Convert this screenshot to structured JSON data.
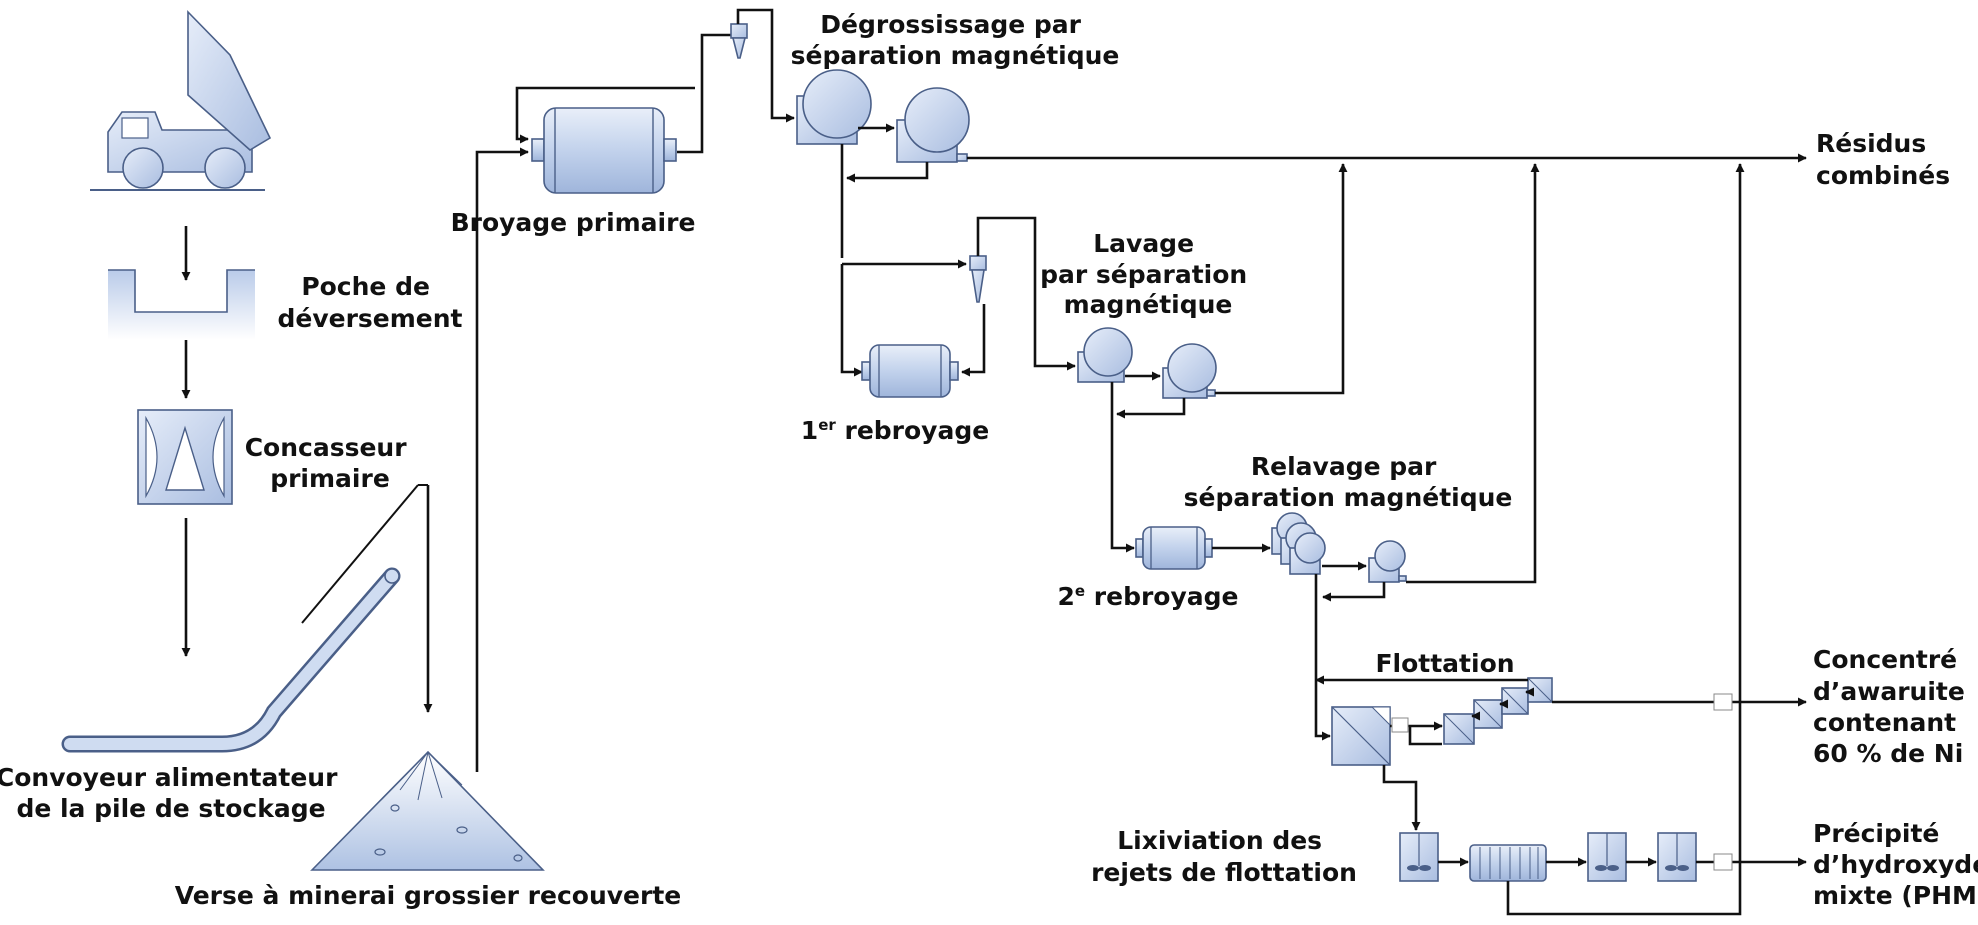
{
  "labels": {
    "poche_line1": "Poche de",
    "poche_line2": "déversement",
    "concasseur_line1": "Concasseur",
    "concasseur_line2": "primaire",
    "convoyeur_line1": "Convoyeur alimentateur",
    "convoyeur_line2": "de la pile de stockage",
    "verse": "Verse à minerai grossier recouverte",
    "broyage": "Broyage primaire",
    "degrossissage_line1": "Dégrossissage par",
    "degrossissage_line2": "séparation magnétique",
    "residus_line1": "Résidus",
    "residus_line2": "combinés",
    "lavage_line1": "Lavage",
    "lavage_line2": "par séparation",
    "lavage_line3": "magnétique",
    "rebroyage1_num": "1",
    "rebroyage1_sup": "er",
    "rebroyage1_word": " rebroyage",
    "relavage_line1": "Relavage par",
    "relavage_line2": "séparation magnétique",
    "rebroyage2_num": "2",
    "rebroyage2_sup": "e",
    "rebroyage2_word": " rebroyage",
    "flottation": "Flottation",
    "concentre_line1": "Concentré",
    "concentre_line2": "d’awaruite",
    "concentre_line3": "contenant",
    "concentre_line4": "60 % de Ni",
    "lixiviation_line1": "Lixiviation des",
    "lixiviation_line2": "rejets de flottation",
    "precipite_line1": "Précipité",
    "precipite_line2": "d’hydroxyde",
    "precipite_line3": "mixte (PHM)"
  },
  "colors": {
    "equipment_fill": "#c9d7ef",
    "equipment_stroke": "#4a5f88",
    "line": "#111111"
  }
}
